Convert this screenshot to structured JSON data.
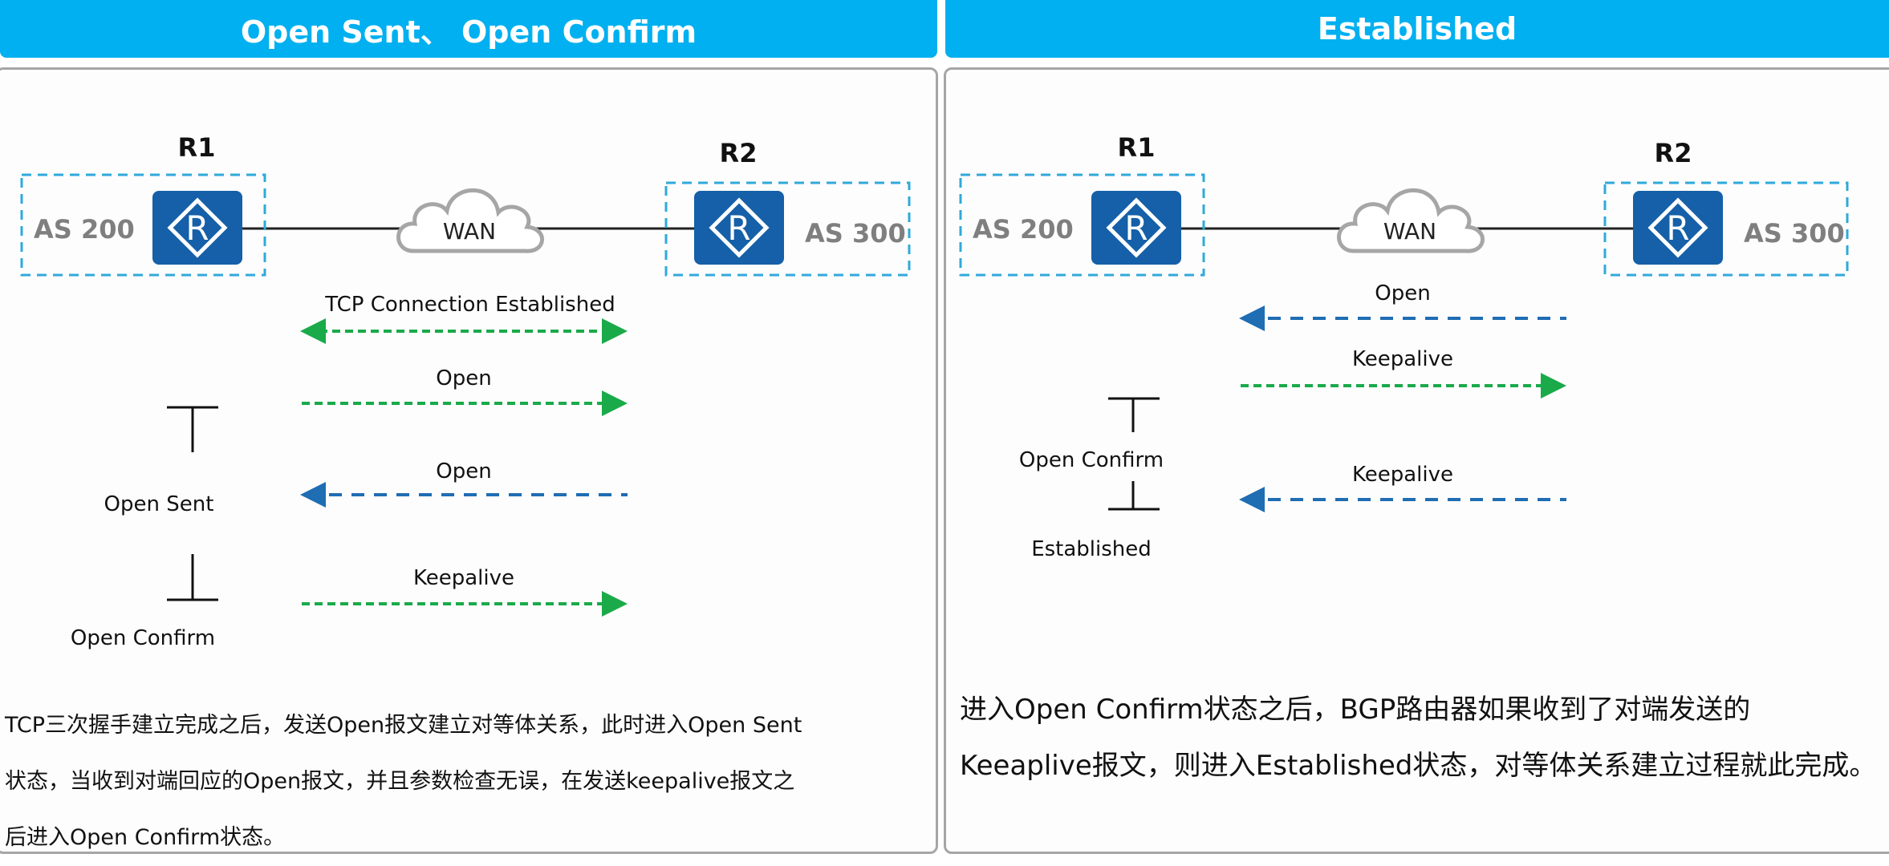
{
  "colors": {
    "header_bg": "#00b0f0",
    "router_fill": "#1560a8",
    "as_box_stroke": "#2fa9dc",
    "green_arrow": "#1aaa4a",
    "blue_arrow": "#1f6db3",
    "as_label": "#7f7f7f",
    "cloud_stroke": "#a6a6a6"
  },
  "left": {
    "header": "Open Sent、 Open Confirm",
    "r1_label": "R1",
    "r2_label": "R2",
    "as1_label": "AS 200",
    "as2_label": "AS 300",
    "wan_label": "WAN",
    "router_glyph": "R",
    "messages": [
      {
        "label": "TCP Connection Established",
        "direction": "both",
        "color": "green"
      },
      {
        "label": "Open",
        "direction": "right",
        "color": "green"
      },
      {
        "label": "Open",
        "direction": "left",
        "color": "blue"
      },
      {
        "label": "Keepalive",
        "direction": "right",
        "color": "green"
      }
    ],
    "states": [
      "Open Sent",
      "Open Confirm"
    ],
    "description": [
      "TCP三次握手建立完成之后，发送Open报文建立对等体关系，此时进入Open  Sent",
      "状态，当收到对端回应的Open报文，并且参数检查无误，在发送keepalive报文之",
      "后进入Open Confirm状态。"
    ]
  },
  "right": {
    "header": "Established",
    "r1_label": "R1",
    "r2_label": "R2",
    "as1_label": "AS 200",
    "as2_label": "AS 300",
    "wan_label": "WAN",
    "router_glyph": "R",
    "messages": [
      {
        "label": "Open",
        "direction": "left",
        "color": "blue"
      },
      {
        "label": "Keepalive",
        "direction": "right",
        "color": "green"
      },
      {
        "label": "Keepalive",
        "direction": "left",
        "color": "blue"
      }
    ],
    "states": [
      "Open Confirm",
      "Established"
    ],
    "description": [
      "进入Open  Confirm状态之后，BGP路由器如果收到了对端发送的",
      "Keeaplive报文，则进入Established状态，对等体关系建立过程就此完成。"
    ]
  }
}
